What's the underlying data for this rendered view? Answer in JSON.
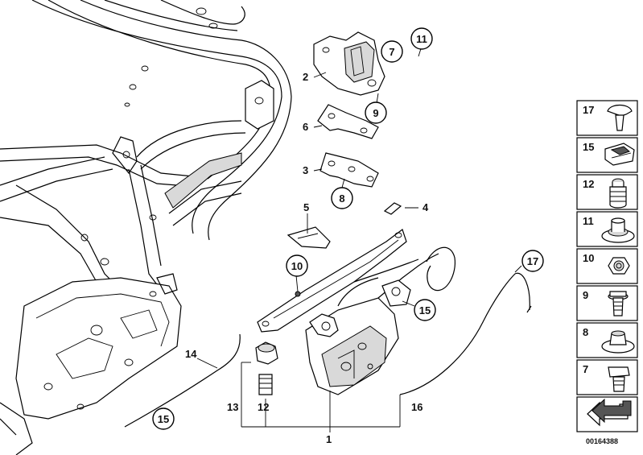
{
  "callouts": {
    "c1": "1",
    "c2": "2",
    "c3": "3",
    "c4": "4",
    "c5": "5",
    "c6": "6",
    "c7": "7",
    "c8": "8",
    "c9": "9",
    "c10": "10",
    "c11": "11",
    "c12": "12",
    "c13": "13",
    "c14": "14",
    "c15a": "15",
    "c15b": "15",
    "c16": "16",
    "c17": "17"
  },
  "sidebar": {
    "items": [
      {
        "label": "17",
        "icon": "push-rivet-icon"
      },
      {
        "label": "15",
        "icon": "clip-icon"
      },
      {
        "label": "12",
        "icon": "rubber-buffer-icon"
      },
      {
        "label": "11",
        "icon": "grommet-icon"
      },
      {
        "label": "10",
        "icon": "hex-nut-icon"
      },
      {
        "label": "9",
        "icon": "hex-bolt-washer-icon"
      },
      {
        "label": "8",
        "icon": "collar-nut-icon"
      },
      {
        "label": "7",
        "icon": "hex-bolt-icon"
      },
      {
        "label": "",
        "icon": "return-arrow-icon"
      }
    ]
  },
  "diagram_code": "00164388"
}
